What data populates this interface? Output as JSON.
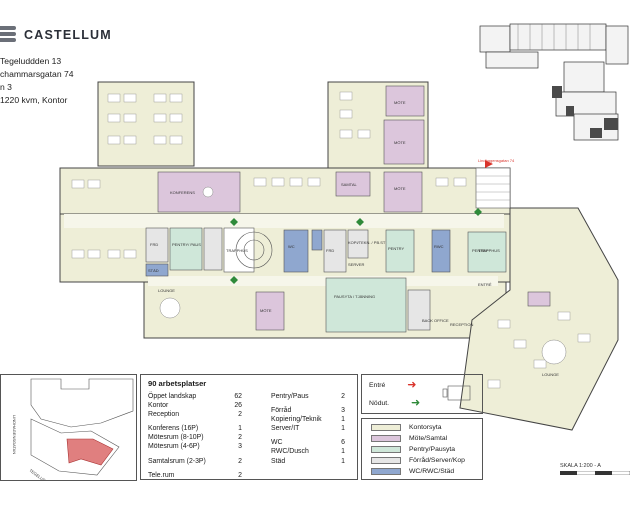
{
  "brand": {
    "name": "CASTELLUM"
  },
  "address": {
    "street": "Tegeluddden 13",
    "street2": "chammarsgatan 74",
    "floor": "n 3",
    "area": "1220 kvm, Kontor"
  },
  "summary": {
    "title": "90 arbetsplatser",
    "left_items": [
      {
        "label": "Öppet landskap",
        "value": "62"
      },
      {
        "label": "Kontor",
        "value": "26"
      },
      {
        "label": "Reception",
        "value": "2"
      },
      {
        "label": "Konferens (16P)",
        "value": "1"
      },
      {
        "label": "Mötesrum (8-10P)",
        "value": "2"
      },
      {
        "label": "Mötesrum (4-6P)",
        "value": "3"
      },
      {
        "label": "Samtalsrum (2-3P)",
        "value": "2"
      },
      {
        "label": "Tele.rum",
        "value": "2"
      }
    ],
    "right_items": [
      {
        "label": "Pentry/Paus",
        "value": "2"
      },
      {
        "label": "Förråd",
        "value": "3"
      },
      {
        "label": "Kopiering/Teknik",
        "value": "1"
      },
      {
        "label": "Server/IT",
        "value": "1"
      },
      {
        "label": "WC",
        "value": "6"
      },
      {
        "label": "RWC/Dusch",
        "value": "1"
      },
      {
        "label": "Städ",
        "value": "1"
      }
    ]
  },
  "entries": {
    "entry_label": "Entré",
    "emergency_label": "Nödut.",
    "entry_color": "#d9332b",
    "emergency_color": "#2f8a3a"
  },
  "color_legend": [
    {
      "label": "Kontorsyta",
      "color": "#eeeed7"
    },
    {
      "label": "Möte/Samtal",
      "color": "#dcc6dc"
    },
    {
      "label": "Pentry/Pausyta",
      "color": "#cfe7d9"
    },
    {
      "label": "Förråd/Server/Kop",
      "color": "#e6e6e6"
    },
    {
      "label": "WC/RWC/Städ",
      "color": "#8fa7cf"
    }
  ],
  "rooms": {
    "konferens": "KONFERENS",
    "mote": "MÖTE",
    "samtal": "SAMTAL",
    "frd": "FRD",
    "pentry": "PENTRY",
    "pentry_pausyta": "PENTRY/ PAUS",
    "trapphus": "TRAPPHUS",
    "kop": "KOPI/TEKN. / PB.ST",
    "server": "SERVER",
    "stad": "STÄD",
    "hiss": "HISS",
    "wc": "WC",
    "rwc": "RWC",
    "lounge": "LOUNGE",
    "entre": "ENTRÉ",
    "reception": "RECEPTION",
    "back_office": "BACK OFFICE",
    "pausyta": "PAUSYTA / TJÄNNING"
  },
  "scale": {
    "label": "SKALA 1:200 - A"
  },
  "map_streets": {
    "street_a": "TEGELUDDSVÄGEN",
    "street_b": "LINDHAGENSGATAN"
  },
  "top_note": "Lindhagensgatan 74"
}
